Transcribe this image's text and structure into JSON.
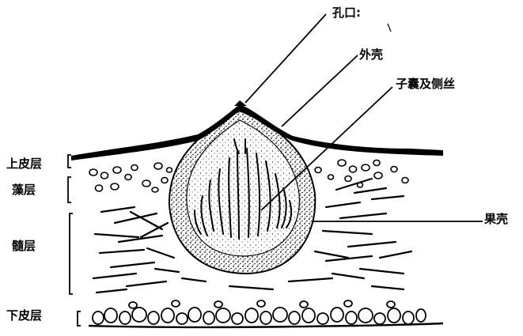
{
  "labels": {
    "pore": "孔口:",
    "outer_wall": "外壳",
    "asci_paraphyses": "子囊及侧丝",
    "pericarp": "果壳",
    "upper_cortex": "上皮层",
    "algal_layer": "藻层",
    "medulla": "髓层",
    "lower_cortex": "下皮层"
  },
  "colors": {
    "ink": "#000000",
    "paper": "#ffffff"
  }
}
